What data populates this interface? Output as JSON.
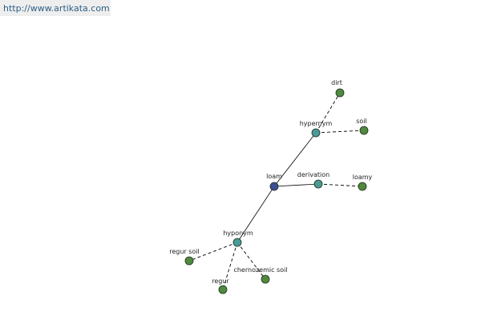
{
  "watermark": {
    "url": "http://www.artikata.com"
  },
  "colors": {
    "center": "#3d4f95",
    "relation": "#4a9a96",
    "leaf": "#4f8a3e"
  },
  "graph": {
    "nodes": [
      {
        "id": "loam",
        "label": "loam",
        "kind": "center"
      },
      {
        "id": "hypernym",
        "label": "hypernym",
        "kind": "relation"
      },
      {
        "id": "derivation",
        "label": "derivation",
        "kind": "relation"
      },
      {
        "id": "hyponym",
        "label": "hyponym",
        "kind": "relation"
      },
      {
        "id": "dirt",
        "label": "dirt",
        "kind": "leaf"
      },
      {
        "id": "soil",
        "label": "soil",
        "kind": "leaf"
      },
      {
        "id": "loamy",
        "label": "loamy",
        "kind": "leaf"
      },
      {
        "id": "regur_soil",
        "label": "regur soil",
        "kind": "leaf"
      },
      {
        "id": "regur",
        "label": "regur",
        "kind": "leaf"
      },
      {
        "id": "chernozemic_soil",
        "label": "chernozemic soil",
        "kind": "leaf"
      }
    ],
    "edges": [
      {
        "from": "loam",
        "to": "hypernym",
        "style": "solid"
      },
      {
        "from": "loam",
        "to": "derivation",
        "style": "solid"
      },
      {
        "from": "loam",
        "to": "hyponym",
        "style": "solid"
      },
      {
        "from": "hypernym",
        "to": "dirt",
        "style": "dashed"
      },
      {
        "from": "hypernym",
        "to": "soil",
        "style": "dashed"
      },
      {
        "from": "derivation",
        "to": "loamy",
        "style": "dashed"
      },
      {
        "from": "hyponym",
        "to": "regur_soil",
        "style": "dashed"
      },
      {
        "from": "hyponym",
        "to": "regur",
        "style": "dashed"
      },
      {
        "from": "hyponym",
        "to": "chernozemic_soil",
        "style": "dashed"
      }
    ]
  }
}
